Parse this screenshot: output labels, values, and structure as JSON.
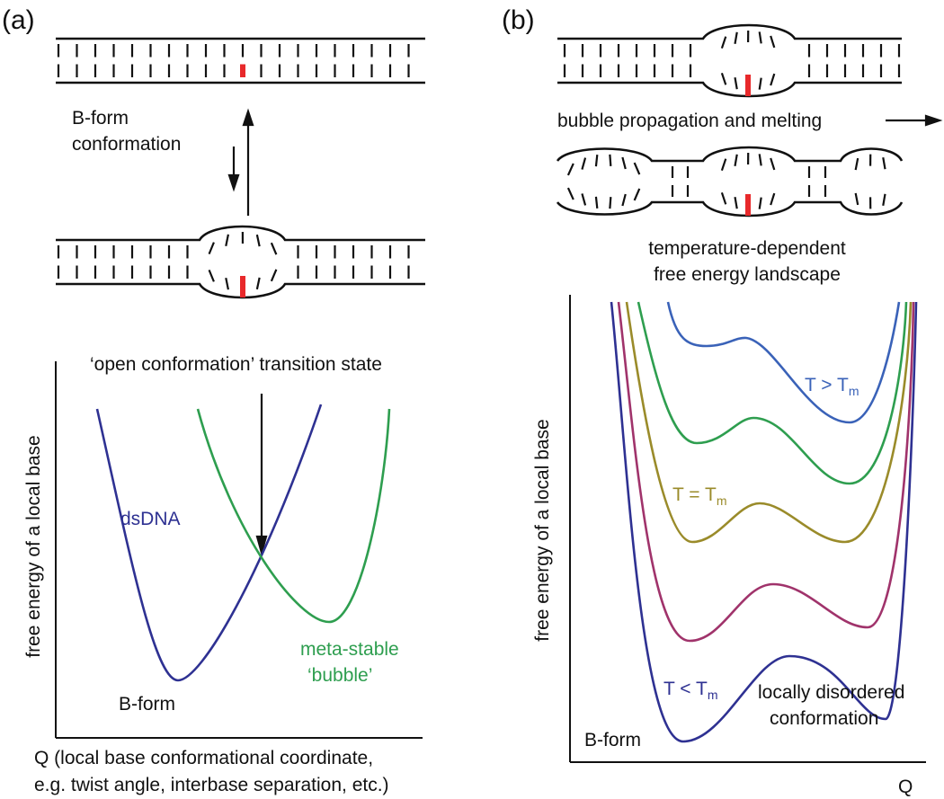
{
  "colors": {
    "ink": "#111111",
    "highlight": "#e8292b",
    "dsdna": "#2e3192",
    "bubble": "#2e9e4f",
    "t_high": "#3a62b8",
    "t_mid_high": "#2e9e4f",
    "t_equal": "#9a8b2a",
    "t_mid_low": "#a0336b",
    "t_low": "#2e3192"
  },
  "panel_a": {
    "label": "(a)",
    "equilibrium_label_1": "B-form",
    "equilibrium_label_2": "conformation",
    "transition_label": "‘open conformation’ transition state",
    "y_axis_label": "free energy of a local base",
    "x_axis_label_1": "Q (local base conformational coordinate,",
    "x_axis_label_2": "e.g. twist angle, interbase separation, etc.)",
    "curve_dsdna_label": "dsDNA",
    "curve_bubble_label_1": "meta-stable",
    "curve_bubble_label_2": "‘bubble’",
    "minimum_label": "B-form"
  },
  "panel_b": {
    "label": "(b)",
    "propagation_label": "bubble propagation and melting",
    "landscape_title_1": "temperature-dependent",
    "landscape_title_2": "free energy landscape",
    "y_axis_label": "free energy of a local base",
    "x_axis_label": "Q",
    "t_high_main": "T > T",
    "t_high_sub": "m",
    "t_equal_main": "T = T",
    "t_equal_sub": "m",
    "t_low_main": "T < T",
    "t_low_sub": "m",
    "disordered_label_1": "locally disordered",
    "disordered_label_2": "conformation",
    "minimum_label": "B-form"
  }
}
